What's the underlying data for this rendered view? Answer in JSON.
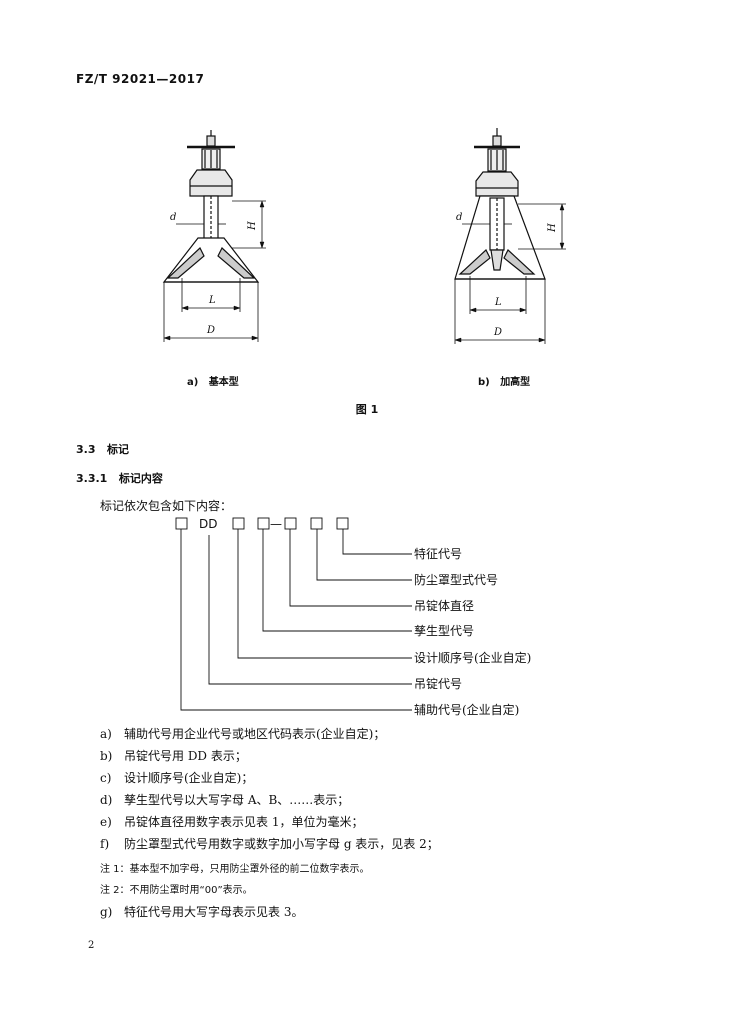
{
  "header": {
    "code": "FZ/T 92021—2017"
  },
  "figure": {
    "caption": "图 1",
    "panel_a": {
      "label": "a)",
      "name": "基本型"
    },
    "panel_b": {
      "label": "b)",
      "name": "加高型"
    },
    "dims": {
      "d": "d",
      "H": "H",
      "L": "L",
      "D": "D"
    }
  },
  "section_3_3": {
    "number": "3.3",
    "title": "标记"
  },
  "section_3_3_1": {
    "number": "3.3.1",
    "title": "标记内容"
  },
  "intro": "标记依次包含如下内容：",
  "marking": {
    "dd": "DD",
    "dash": "—",
    "labels": [
      "特征代号",
      "防尘罩型式代号",
      "吊锭体直径",
      "孳生型代号",
      "设计顺序号(企业自定)",
      "吊锭代号",
      "辅助代号(企业自定)"
    ]
  },
  "items": [
    {
      "marker": "a)",
      "text": "辅助代号用企业代号或地区代码表示(企业自定)；"
    },
    {
      "marker": "b)",
      "text": "吊锭代号用 DD 表示；"
    },
    {
      "marker": "c)",
      "text": "设计顺序号(企业自定)；"
    },
    {
      "marker": "d)",
      "text": "孳生型代号以大写字母 A、B、……表示；"
    },
    {
      "marker": "e)",
      "text": "吊锭体直径用数字表示见表 1，单位为毫米；"
    },
    {
      "marker": "f)",
      "text": "防尘罩型式代号用数字或数字加小写字母 g 表示，见表 2；"
    }
  ],
  "notes": [
    "注 1：基本型不加字母，只用防尘罩外径的前二位数字表示。",
    "注 2：不用防尘罩时用“00”表示。"
  ],
  "item_g": {
    "marker": "g)",
    "text": "特征代号用大写字母表示见表 3。"
  },
  "page_number": "2"
}
